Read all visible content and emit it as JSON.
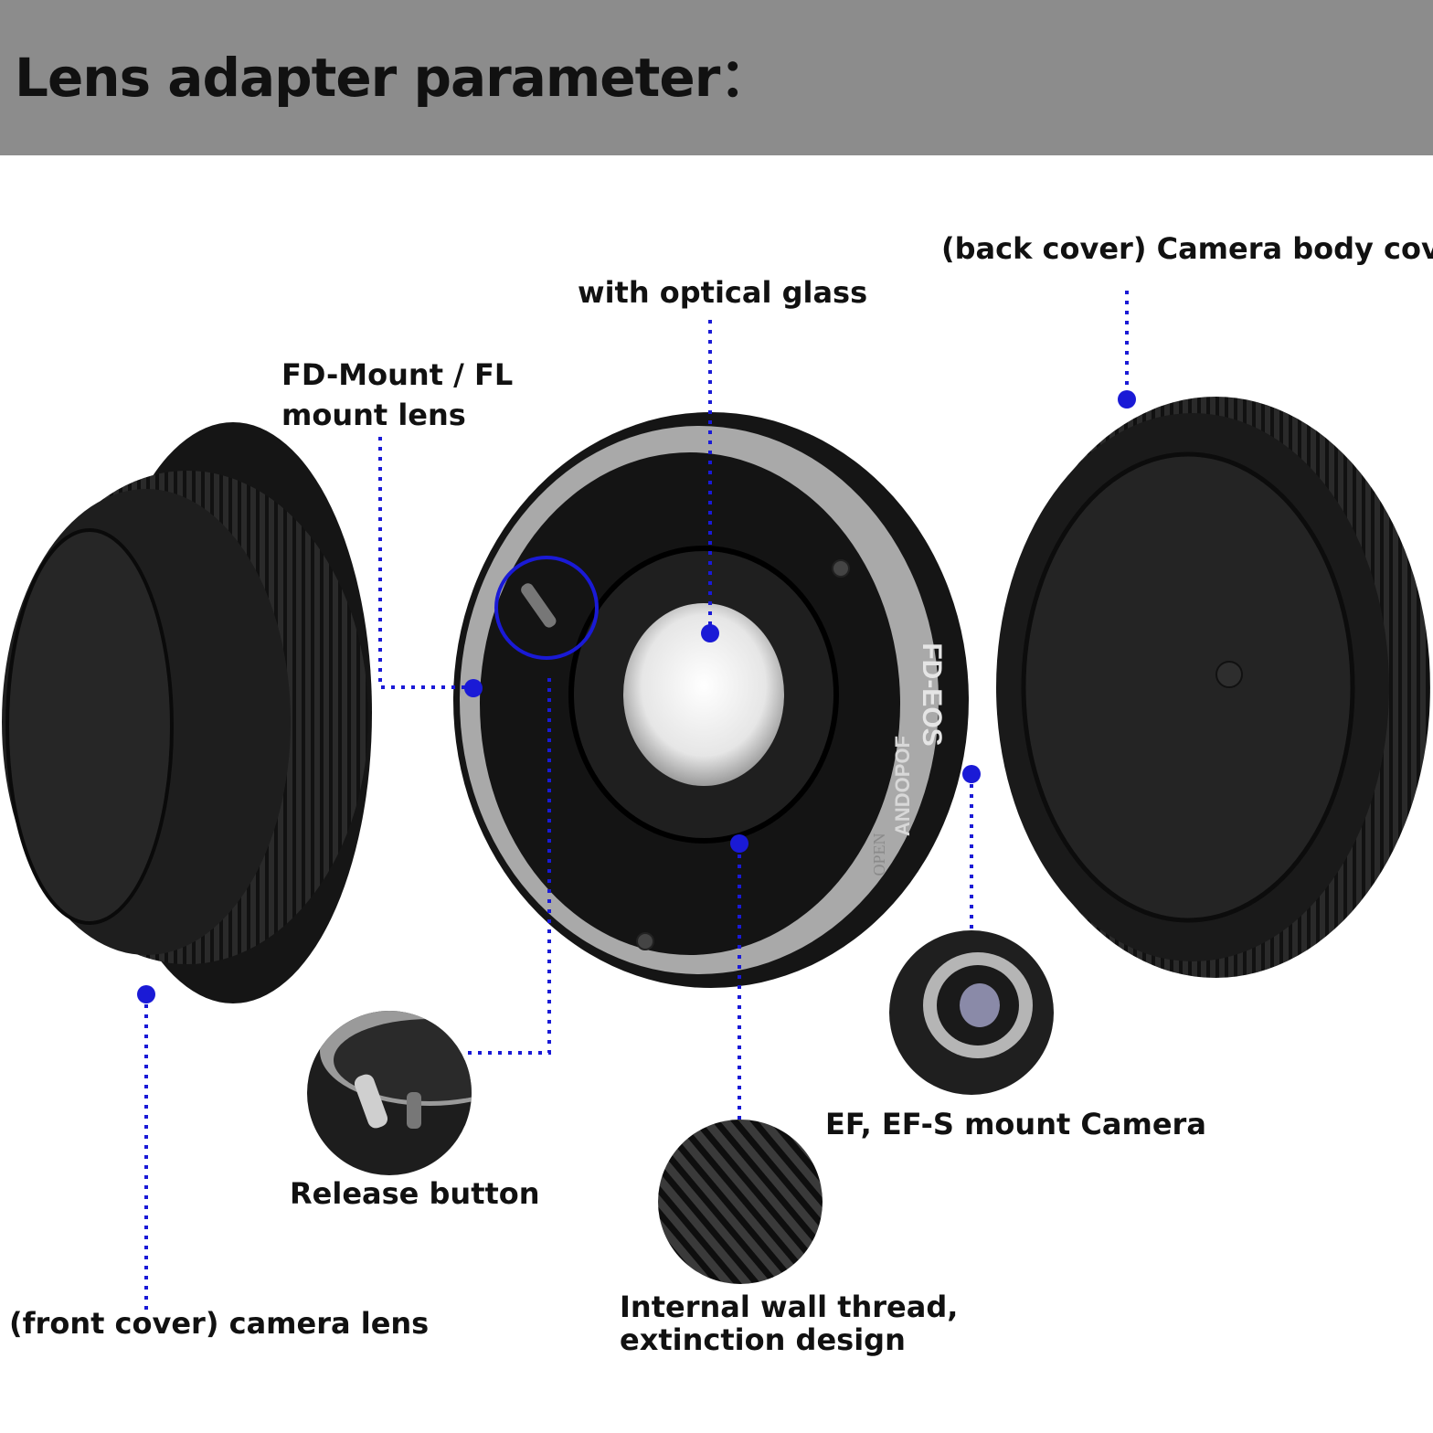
{
  "header": {
    "title": "Lens adapter parameter："
  },
  "labels": {
    "back_cover": "(back cover) Camera body cover",
    "optical_glass": "with optical glass",
    "fd_mount_line1": "FD-Mount / FL",
    "fd_mount_line2": "mount lens",
    "front_cover": "(front cover) camera lens",
    "release_button": "Release button",
    "internal_thread_line1": "Internal wall thread,",
    "internal_thread_line2": "extinction design",
    "ef_mount": "EF, EF-S mount Camera"
  },
  "adapter_marks": {
    "model": "FD-EOS",
    "brand": "ANDOPOF",
    "open": "OPEN"
  },
  "colors": {
    "header_bg": "#8c8c8c",
    "callout": "#1a1ad6",
    "cap": "#1c1c1c",
    "adapter_ring": "#a9a9a9"
  }
}
